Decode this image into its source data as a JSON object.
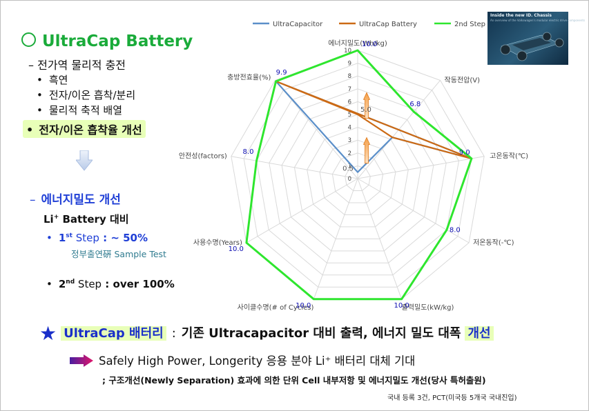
{
  "left": {
    "title": "UltraCap Battery",
    "dash_item": "전가역 물리적 충전",
    "bullets": [
      "흑연",
      "전자/이온 흡착/분리",
      "물리적 축적 배열"
    ],
    "highlight": "전자/이온 흡착율 개선",
    "energy_title": "에너지밀도 개선",
    "li_prefix": "Li",
    "li_sup": "+",
    "li_suffix": " Battery 대비",
    "step1_pre": "1",
    "step1_sup": "st",
    "step1_mid": " Step",
    "step1_val": " : ~ 50%",
    "step1_note": "정부출연硏 Sample Test",
    "step2_pre": "2",
    "step2_sup": "nd",
    "step2_mid": " Step",
    "step2_val": " : over 100%"
  },
  "bottom": {
    "star": "★",
    "uc": "UltraCap 배터리",
    "colon": ":",
    "text": "기존 Ultracapacitor 대비 출력, 에너지 밀도 대폭",
    "emph": "개선",
    "safe_line": "Safely High Power, Longerity 응용 분야 Li⁺ 배터리 대체 기대",
    "note": "; 구조개선(Newly Separation) 효과에 의한 단위 Cell 내부저항 및 에너지밀도 개선(당사 특허출원)",
    "patent": "국내 등록 3건, PCT(미국등 5개국 국내진입)"
  },
  "thumbnail": {
    "title": "Inside the new ID. Chassis",
    "subtitle": "An overview of the Volkswagen's modular electric drive components"
  },
  "chart_data": {
    "type": "radar",
    "axes": [
      "에너지밀도(Wh/kg)",
      "작동전압(V)",
      "고온동작(℃)",
      "저온동작(-℃)",
      "출력밀도(kW/kg)",
      "사이클수명(# of Cycles)",
      "사용수명(Years)",
      "안전성(factors)",
      "충방전효율(%)"
    ],
    "rmin": 0,
    "rmax": 10,
    "ticks": [
      0,
      1,
      2,
      3,
      4,
      5,
      6,
      7,
      8,
      9,
      10
    ],
    "series": [
      {
        "name": "UltraCapacitor",
        "color": "#5b8fc9",
        "values": [
          0.5,
          4.2,
          9.0,
          null,
          null,
          null,
          null,
          null,
          9.9
        ]
      },
      {
        "name": "UltraCap Battery",
        "color": "#cc6a14",
        "values": [
          5.0,
          4.2,
          9.0,
          null,
          null,
          null,
          null,
          null,
          9.9
        ]
      },
      {
        "name": "2nd Step",
        "color": "#2ee62e",
        "values": [
          10.0,
          6.8,
          9.0,
          8.0,
          10.0,
          10.0,
          10.0,
          8.0,
          9.9
        ]
      }
    ],
    "data_labels": [
      {
        "axis": 0,
        "value": 10.0,
        "text": "10.0"
      },
      {
        "axis": 0,
        "value": 5.0,
        "text": "5.0"
      },
      {
        "axis": 0,
        "value": 0.5,
        "text": "0.5"
      },
      {
        "axis": 1,
        "value": 6.8,
        "text": "6.8"
      },
      {
        "axis": 2,
        "value": 9.0,
        "text": "9.0"
      },
      {
        "axis": 3,
        "value": 8.0,
        "text": "8.0"
      },
      {
        "axis": 4,
        "value": 10.0,
        "text": "10.0"
      },
      {
        "axis": 5,
        "value": 10.0,
        "text": "10.0"
      },
      {
        "axis": 6,
        "value": 10.0,
        "text": "10.0"
      },
      {
        "axis": 7,
        "value": 8.0,
        "text": "8.0"
      },
      {
        "axis": 8,
        "value": 9.9,
        "text": "9.9"
      }
    ],
    "legend_position": "top",
    "grid": true
  }
}
